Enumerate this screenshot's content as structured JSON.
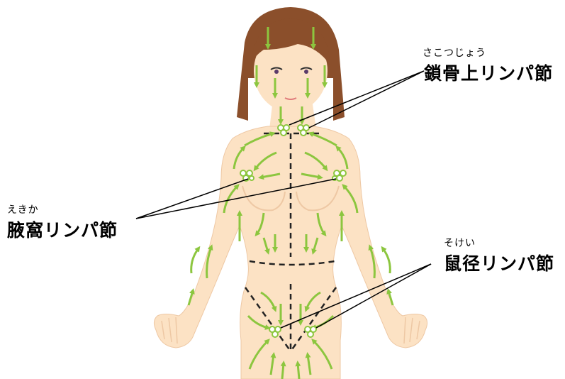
{
  "colors": {
    "skin": "#fce2c4",
    "skin_shade": "#eec8a4",
    "hair": "#8b4f2b",
    "arrow": "#8cc63f",
    "node_fill": "#ffffff",
    "node_stroke": "#8cc63f",
    "dashed_line": "#222222",
    "pointer_line": "#000000"
  },
  "labels": {
    "supraclavicular": {
      "ruby": "さこつじょう",
      "text": "鎖骨上リンパ節"
    },
    "axillary": {
      "ruby": "えきか",
      "text": "腋窩リンパ節"
    },
    "inguinal": {
      "ruby": "そけい",
      "text": "鼠径リンパ節"
    }
  },
  "icons": {
    "body": "human-body-illustration",
    "lymph_node": "lymph-node-cluster-icon",
    "flow": "lymph-flow-arrow-icon"
  }
}
